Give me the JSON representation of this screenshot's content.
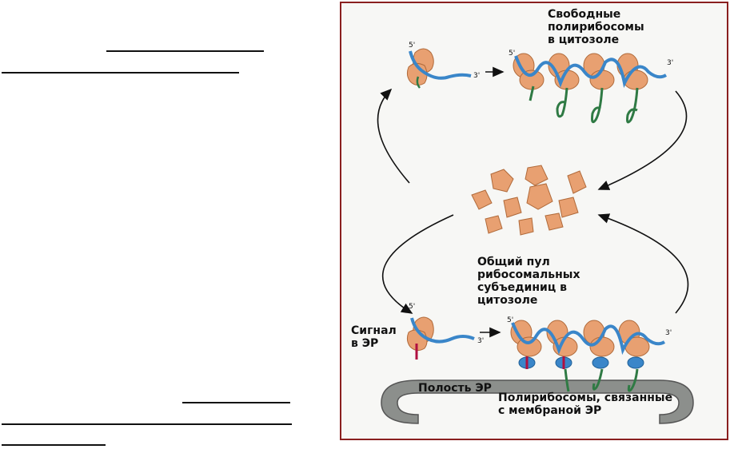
{
  "labels": {
    "free_polysomes": "Свободные\nполирибосомы\nв цитозоле",
    "common_pool": "Общий пул\nрибосомальных\nсубъединиц в\nцитозоле",
    "er_signal": "Сигнал\nв ЭР",
    "er_lumen": "Полость ЭР",
    "er_polysomes": "Полирибосомы, связанные\nс мембраной ЭР"
  },
  "ends": {
    "five": "5'",
    "three": "3'"
  },
  "colors": {
    "frame": "#8a1f1f",
    "ribosome": "#e8a071",
    "mrna": "#3a86c9",
    "protein": "#2f7a44",
    "membrane": "#8c8f8c",
    "signal": "#b01040"
  }
}
